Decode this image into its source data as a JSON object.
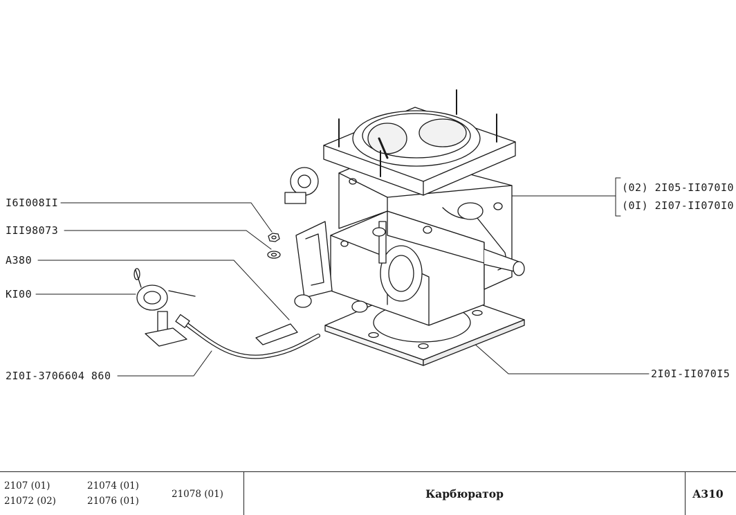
{
  "callouts": {
    "nut": "I6I008II",
    "washer": "III98073",
    "hose_clamp": "A380",
    "valve": "KI00",
    "hose": "2I0I-3706604 860",
    "gasket": "2I0I-II070I5",
    "carb_variant_02": "(02) 2I05-II070I0",
    "carb_variant_01": "(0I) 2I07-II070I0"
  },
  "footer": {
    "models": {
      "m1": "2107 (01)",
      "m2": "21072 (02)",
      "m3": "21074 (01)",
      "m4": "21076 (01)",
      "m5": "21078 (01)"
    },
    "title": "Карбюратор",
    "code": "A310"
  }
}
